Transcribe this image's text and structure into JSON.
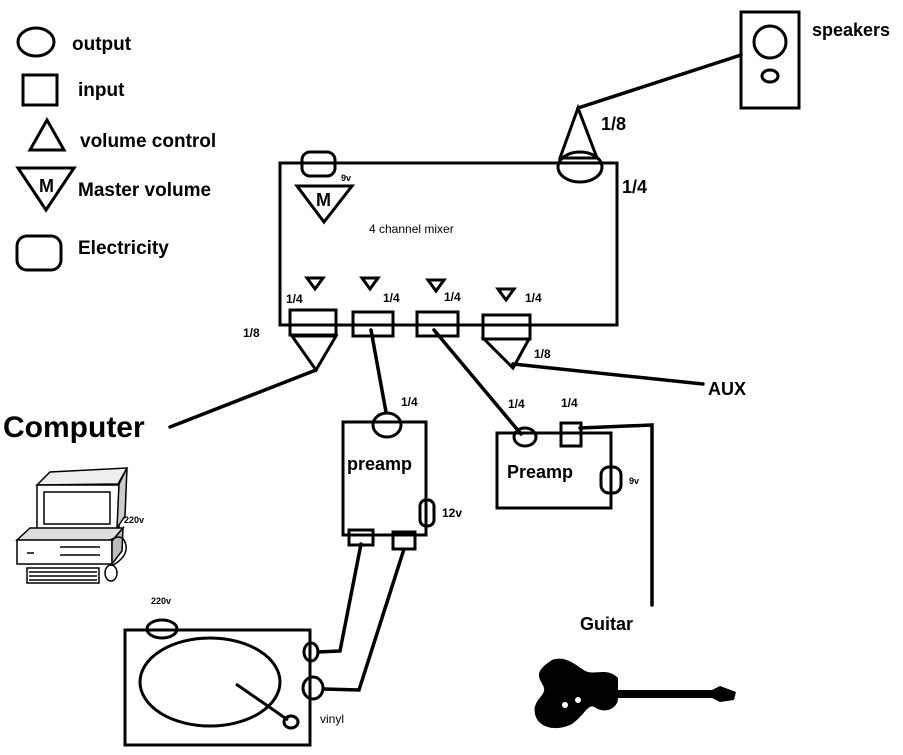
{
  "legend": {
    "output": "output",
    "input": "input",
    "volume_control": "volume control",
    "master_volume": "Master volume",
    "master_symbol": "M",
    "electricity": "Electricity"
  },
  "speakers": {
    "label": "speakers",
    "plug": "1/8"
  },
  "mixer": {
    "label": "4 channel mixer",
    "power": "9v",
    "master_symbol": "M",
    "output_jack": "1/4",
    "channel_jacks": [
      "1/4",
      "1/4",
      "1/4",
      "1/4"
    ],
    "channel1_plug": "1/8",
    "channel4_plug": "1/8"
  },
  "computer": {
    "label": "Computer",
    "power": "220v"
  },
  "preamp_phono": {
    "label": "preamp",
    "input_jack": "1/4",
    "power": "12v"
  },
  "preamp_guitar": {
    "label": "Preamp",
    "output_jack": "1/4",
    "input_jack": "1/4",
    "power": "9v"
  },
  "aux": {
    "label": "AUX"
  },
  "turntable": {
    "label": "vinyl",
    "power": "220v"
  },
  "guitar": {
    "label": "Guitar"
  }
}
